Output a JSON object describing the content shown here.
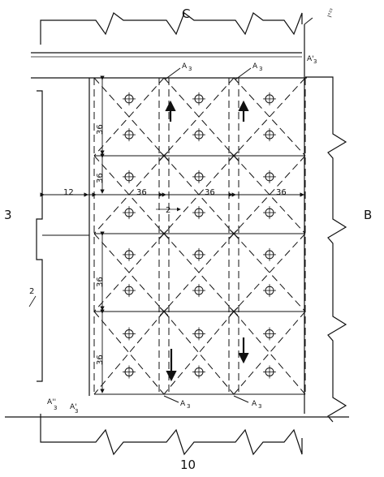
{
  "labels": {
    "top": "C",
    "bottom": "10",
    "left": "3",
    "right": "B",
    "a3": "A",
    "a3_sub": "3",
    "a3_prime": "A'",
    "a3_dprime": "A''",
    "corner": "l°²³",
    "callout_mid": "2",
    "callout_left": "2"
  },
  "dimensions": {
    "left_width": "12",
    "bay": "36"
  },
  "layout": {
    "columns": 3,
    "rows": 4
  },
  "colors": {
    "ink": "#111111",
    "background": "#ffffff"
  }
}
